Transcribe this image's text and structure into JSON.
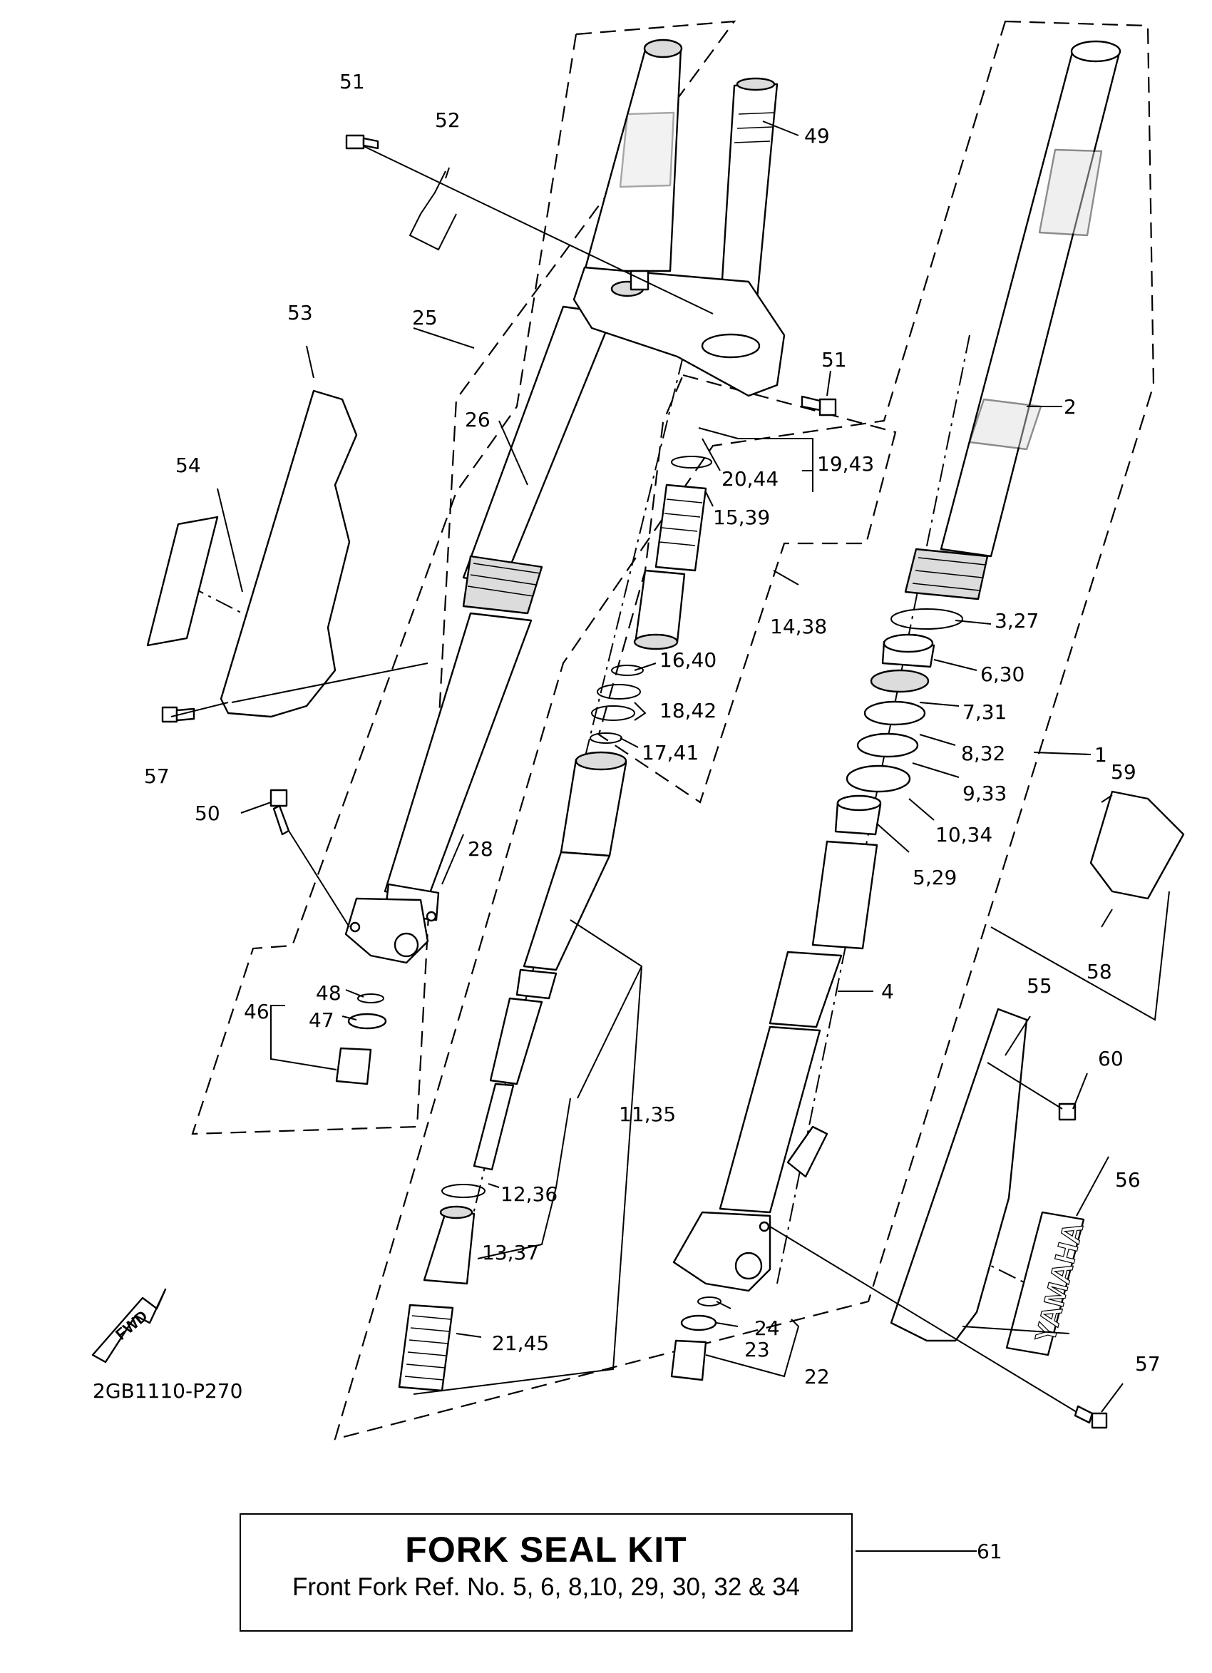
{
  "diagram_code": "2GB1110-P270",
  "fwd_label": "FWD",
  "brand_decal": "YAMAHA",
  "kit": {
    "title": "FORK SEAL KIT",
    "subtitle": "Front Fork Ref. No. 5, 6, 8,10, 29, 30, 32 & 34",
    "ref": "61"
  },
  "callouts": {
    "c1": "1",
    "c2": "2",
    "c3": "3,27",
    "c4": "4",
    "c5": "5,29",
    "c6": "6,30",
    "c7": "7,31",
    "c8": "8,32",
    "c9": "9,33",
    "c10": "10,34",
    "c11": "11,35",
    "c12": "12,36",
    "c13": "13,37",
    "c14": "14,38",
    "c15": "15,39",
    "c16": "16,40",
    "c17": "17,41",
    "c18": "18,42",
    "c19": "19,43",
    "c20": "20,44",
    "c21": "21,45",
    "c22": "22",
    "c23": "23",
    "c24": "24",
    "c25": "25",
    "c26": "26",
    "c28": "28",
    "c46": "46",
    "c47": "47",
    "c48": "48",
    "c49": "49",
    "c50": "50",
    "c51a": "51",
    "c51b": "51",
    "c52": "52",
    "c53": "53",
    "c54": "54",
    "c55": "55",
    "c56": "56",
    "c57a": "57",
    "c57b": "57",
    "c58": "58",
    "c59": "59",
    "c60": "60"
  }
}
